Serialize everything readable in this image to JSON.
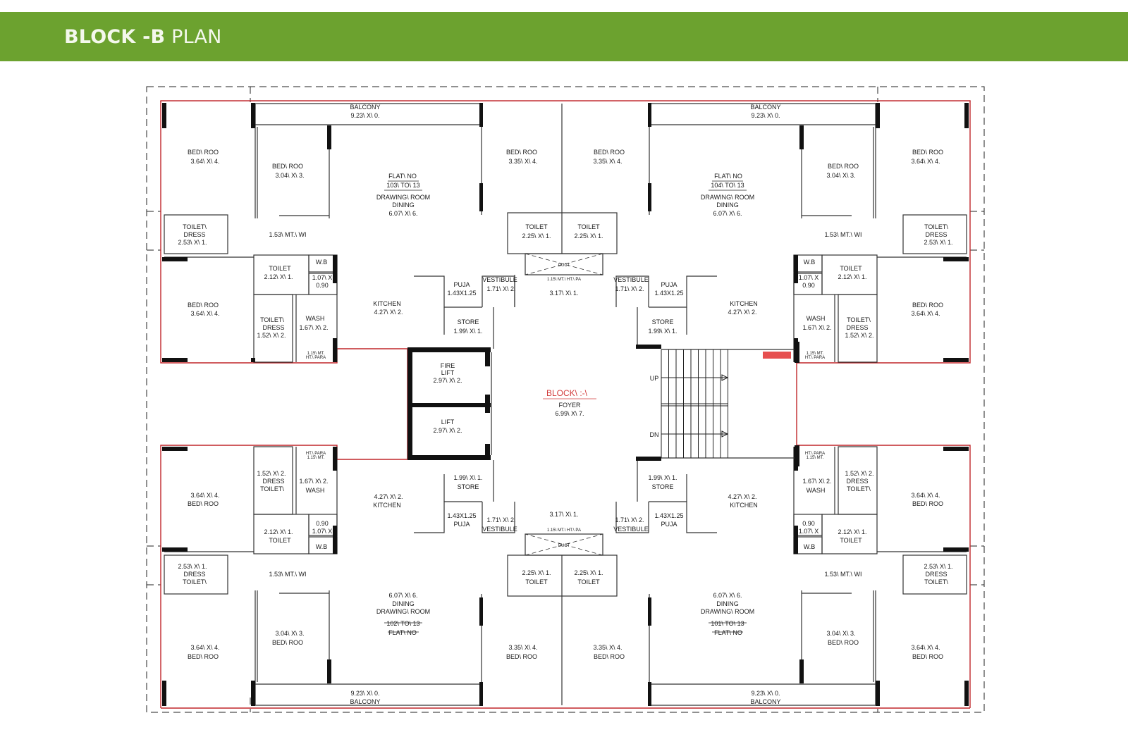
{
  "header": {
    "title_bold": "BLOCK -B",
    "title_light": "PLAN",
    "background_color": "#6ca22f"
  },
  "plan": {
    "core": {
      "block_label": "BLOCK\\ :-\\",
      "foyer_label": "FOYER",
      "foyer_size": "6.99\\ X\\ 7.",
      "fire_lift_label": "FIRE",
      "fire_lift_label2": "LIFT",
      "fire_lift_size": "2.97\\ X\\ 2.",
      "lift_label": "LIFT",
      "lift_size": "2.97\\ X\\ 2.",
      "stair_up": "UP",
      "stair_dn": "DN",
      "top_passage_size": "3.17\\ X\\ 1.",
      "bottom_passage_size": "3.17\\ X\\ 1.",
      "duct_label": "DUCT",
      "parapet_note": "1.15\\ MT.\\ HT.\\ PA"
    },
    "flats": {
      "f103": {
        "flat_no_label": "FLAT\\ NO",
        "flat_no": "103\\ TO\\ 13",
        "balcony": "BALCONY",
        "balcony_size": "9.23\\ X\\ 0.",
        "master_bed": "BED\\ ROO",
        "master_bed_size": "3.64\\ X\\ 4.",
        "bed2": "BED\\ ROO",
        "bed2_size": "3.04\\ X\\ 3.",
        "bed3": "BED\\ ROO",
        "bed3_size": "3.64\\ X\\ 4.",
        "bed4": "BED\\ ROO",
        "bed4_size": "3.35\\ X\\ 4.",
        "drawing": "DRAWING\\ ROOM",
        "dining": "DINING",
        "drawing_size": "6.07\\ X\\ 6.",
        "toilet_dress_a": "TOILET\\",
        "toilet_dress_a2": "DRESS",
        "toilet_dress_a_size": "2.53\\ X\\ 1.",
        "passage": "1.53\\ MT.\\ WI",
        "toilet": "TOILET",
        "toilet_size": "2.12\\ X\\ 1.",
        "wb": "W.B",
        "wb_size": "1.07\\ X",
        "wb_size2": "0.90",
        "toilet_dress_b": "TOILET\\",
        "toilet_dress_b2": "DRESS",
        "toilet_dress_b_size": "1.52\\ X\\ 2.",
        "wash": "WASH",
        "wash_size": "1.67\\ X\\ 2.",
        "parapet": "1.15\\ MT.",
        "parapet2": "HT.\\ PARA",
        "kitchen": "KITCHEN",
        "kitchen_size": "4.27\\ X\\ 2.",
        "puja": "PUJA",
        "puja_size": "1.43X1.25",
        "vestibule": "VESTIBULE",
        "vestibule_size": "1.71\\ X\\ 2.",
        "store": "STORE",
        "store_size": "1.99\\ X\\ 1.",
        "core_toilet": "TOILET",
        "core_toilet_size": "2.25\\ X\\ 1."
      },
      "f104": {
        "flat_no_label": "FLAT\\ NO",
        "flat_no": "104\\ TO\\ 13",
        "balcony": "BALCONY",
        "balcony_size": "9.23\\ X\\ 0.",
        "master_bed": "BED\\ ROO",
        "master_bed_size": "3.64\\ X\\ 4.",
        "bed2": "BED\\ ROO",
        "bed2_size": "3.04\\ X\\ 3.",
        "bed3": "BED\\ ROO",
        "bed3_size": "3.64\\ X\\ 4.",
        "bed4": "BED\\ ROO",
        "bed4_size": "3.35\\ X\\ 4.",
        "drawing": "DRAWING\\ ROOM",
        "dining": "DINING",
        "drawing_size": "6.07\\ X\\ 6.",
        "toilet_dress_a": "TOILET\\",
        "toilet_dress_a2": "DRESS",
        "toilet_dress_a_size": "2.53\\ X\\ 1.",
        "passage": "1.53\\ MT.\\ WI",
        "toilet": "TOILET",
        "toilet_size": "2.12\\ X\\ 1.",
        "wb": "W.B",
        "wb_size": "1.07\\ X",
        "wb_size2": "0.90",
        "toilet_dress_b": "TOILET\\",
        "toilet_dress_b2": "DRESS",
        "toilet_dress_b_size": "1.52\\ X\\ 2.",
        "wash": "WASH",
        "wash_size": "1.67\\ X\\ 2.",
        "parapet": "1.15\\ MT.",
        "parapet2": "HT.\\ PARA",
        "kitchen": "KITCHEN",
        "kitchen_size": "4.27\\ X\\ 2.",
        "puja": "PUJA",
        "puja_size": "1.43X1.25",
        "vestibule": "VESTIBULE",
        "vestibule_size": "1.71\\ X\\ 2.",
        "store": "STORE",
        "store_size": "1.99\\ X\\ 1.",
        "core_toilet": "TOILET",
        "core_toilet_size": "2.25\\ X\\ 1."
      },
      "f102": {
        "flat_no_label": "FLAT\\ NO",
        "flat_no": "102\\ TO\\ 13",
        "balcony": "BALCONY",
        "balcony_size": "9.23\\ X\\ 0.",
        "master_bed": "BED\\ ROO",
        "master_bed_size": "3.64\\ X\\ 4.",
        "bed2": "BED\\ ROO",
        "bed2_size": "3.04\\ X\\ 3.",
        "bed3": "BED\\ ROO",
        "bed3_size": "3.64\\ X\\ 4.",
        "bed4": "BED\\ ROO",
        "bed4_size": "3.35\\ X\\ 4.",
        "drawing": "DRAWING\\ ROOM",
        "dining": "DINING",
        "drawing_size": "6.07\\ X\\ 6.",
        "toilet_dress_a": "TOILET\\",
        "toilet_dress_a2": "DRESS",
        "toilet_dress_a_size": "2.53\\ X\\ 1.",
        "passage": "1.53\\ MT.\\ WI",
        "toilet": "TOILET",
        "toilet_size": "2.12\\ X\\ 1.",
        "wb": "W.B",
        "wb_size": "1.07\\ X",
        "wb_size2": "0.90",
        "toilet_dress_b": "TOILET\\",
        "toilet_dress_b2": "DRESS",
        "toilet_dress_b_size": "1.52\\ X\\ 2.",
        "wash": "WASH",
        "wash_size": "1.67\\ X\\ 2.",
        "parapet": "1.15\\ MT.",
        "parapet2": "HT.\\ PARA",
        "kitchen": "KITCHEN",
        "kitchen_size": "4.27\\ X\\ 2.",
        "puja": "PUJA",
        "puja_size": "1.43X1.25",
        "vestibule": "VESTIBULE",
        "vestibule_size": "1.71\\ X\\ 2.",
        "store": "STORE",
        "store_size": "1.99\\ X\\ 1.",
        "core_toilet": "TOILET",
        "core_toilet_size": "2.25\\ X\\ 1."
      },
      "f101": {
        "flat_no_label": "FLAT\\ NO",
        "flat_no": "101\\ TO\\ 13",
        "balcony": "BALCONY",
        "balcony_size": "9.23\\ X\\ 0.",
        "master_bed": "BED\\ ROO",
        "master_bed_size": "3.64\\ X\\ 4.",
        "bed2": "BED\\ ROO",
        "bed2_size": "3.04\\ X\\ 3.",
        "bed3": "BED\\ ROO",
        "bed3_size": "3.64\\ X\\ 4.",
        "bed4": "BED\\ ROO",
        "bed4_size": "3.35\\ X\\ 4.",
        "drawing": "DRAWING\\ ROOM",
        "dining": "DINING",
        "drawing_size": "6.07\\ X\\ 6.",
        "toilet_dress_a": "TOILET\\",
        "toilet_dress_a2": "DRESS",
        "toilet_dress_a_size": "2.53\\ X\\ 1.",
        "passage": "1.53\\ MT.\\ WI",
        "toilet": "TOILET",
        "toilet_size": "2.12\\ X\\ 1.",
        "wb": "W.B",
        "wb_size": "1.07\\ X",
        "wb_size2": "0.90",
        "toilet_dress_b": "TOILET\\",
        "toilet_dress_b2": "DRESS",
        "toilet_dress_b_size": "1.52\\ X\\ 2.",
        "wash": "WASH",
        "wash_size": "1.67\\ X\\ 2.",
        "parapet": "1.15\\ MT.",
        "parapet2": "HT.\\ PARA",
        "kitchen": "KITCHEN",
        "kitchen_size": "4.27\\ X\\ 2.",
        "puja": "PUJA",
        "puja_size": "1.43X1.25",
        "vestibule": "VESTIBULE",
        "vestibule_size": "1.71\\ X\\ 2.",
        "store": "STORE",
        "store_size": "1.99\\ X\\ 1.",
        "core_toilet": "TOILET",
        "core_toilet_size": "2.25\\ X\\ 1."
      }
    }
  }
}
